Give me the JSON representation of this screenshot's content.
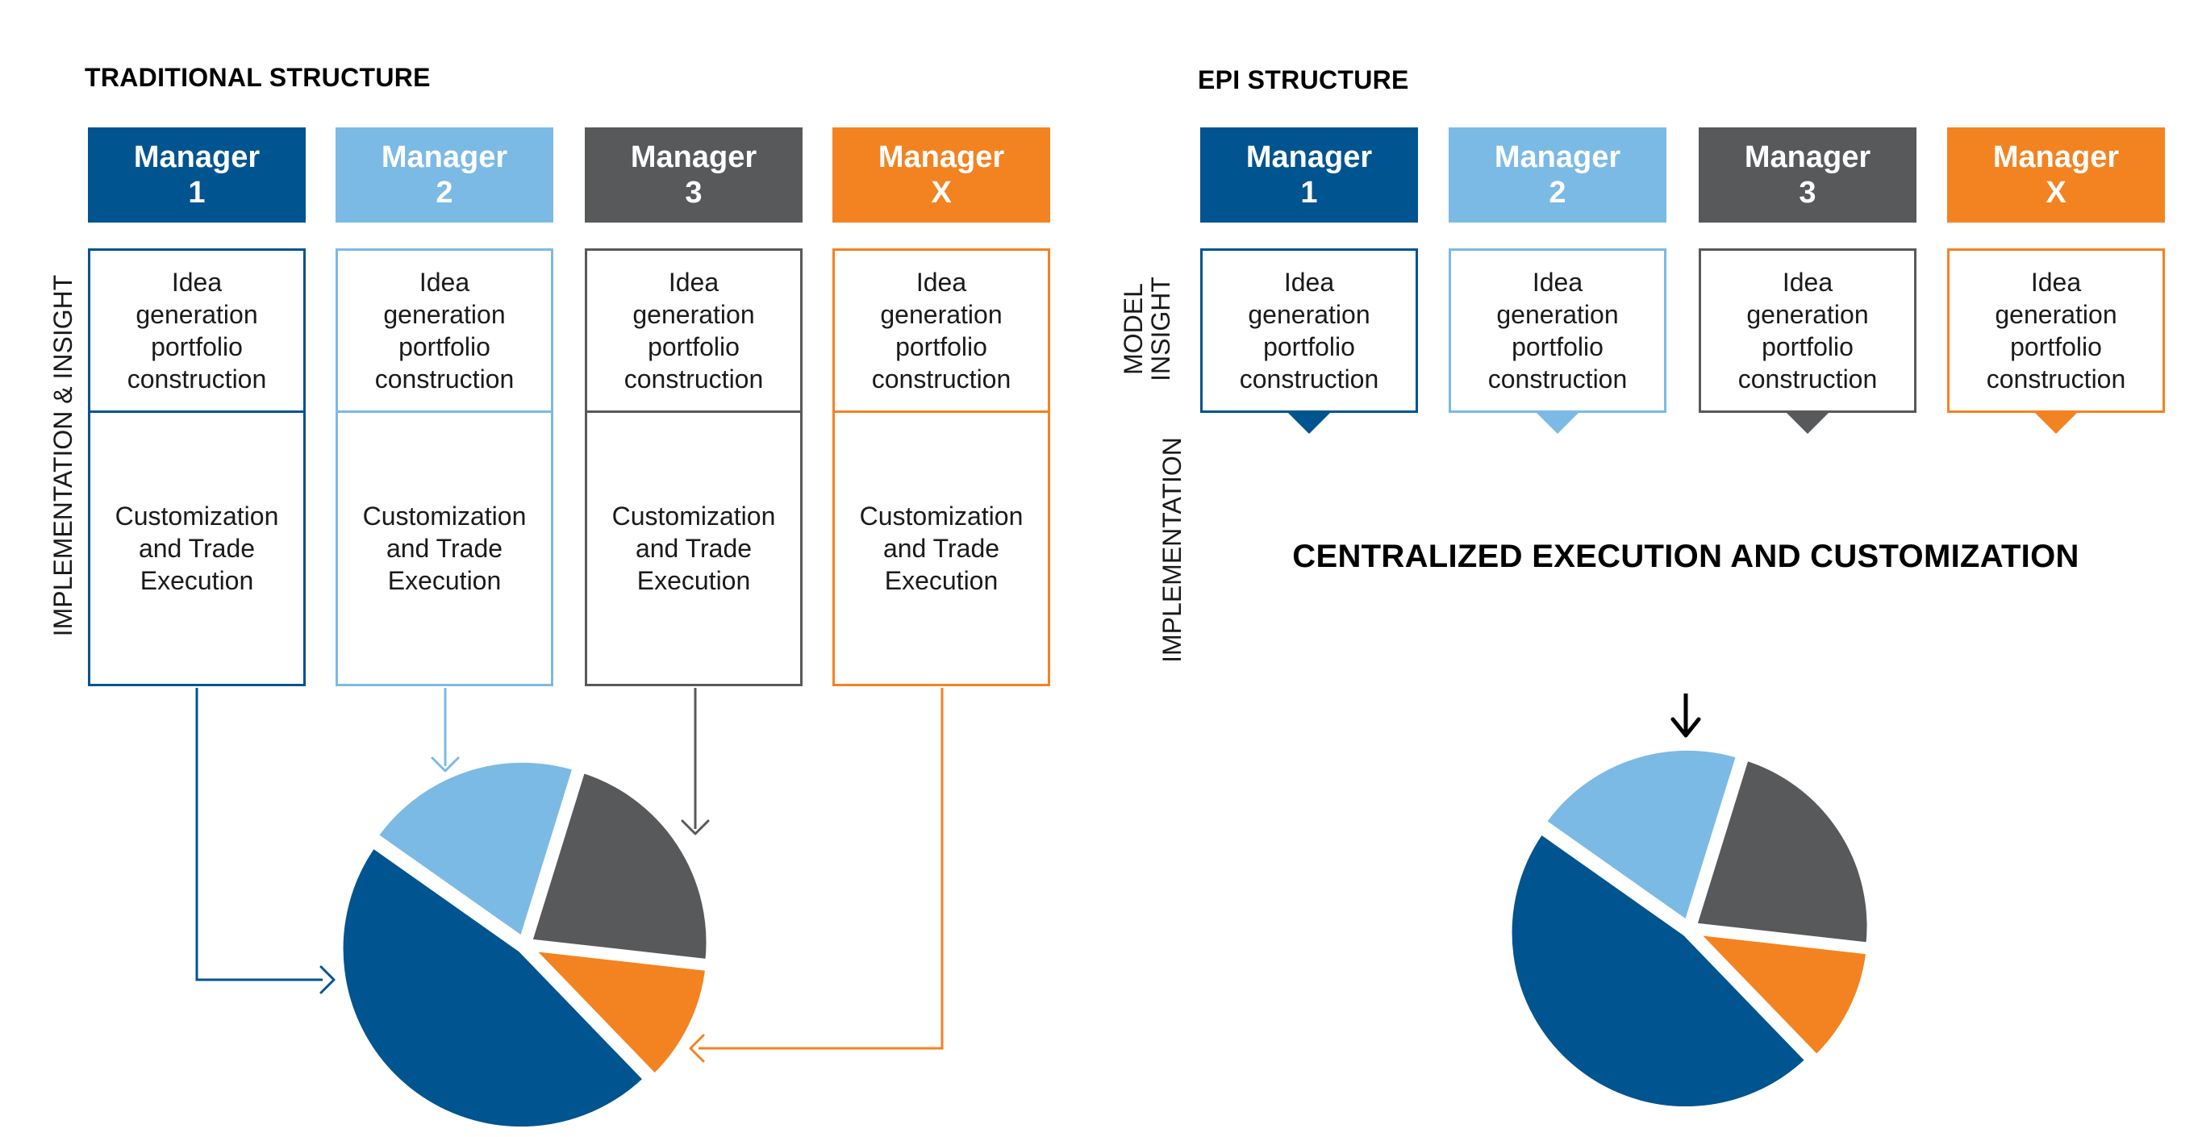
{
  "colors": {
    "dark_blue": "#00548F",
    "light_blue": "#7BBAE5",
    "gray": "#58595B",
    "orange": "#F38321",
    "black": "#000000"
  },
  "traditional": {
    "title": "TRADITIONAL STRUCTURE",
    "side_label": "IMPLEMENTATION & INSIGHT",
    "managers": [
      {
        "line1": "Manager",
        "line2": "1",
        "color": "dark_blue"
      },
      {
        "line1": "Manager",
        "line2": "2",
        "color": "light_blue"
      },
      {
        "line1": "Manager",
        "line2": "3",
        "color": "gray"
      },
      {
        "line1": "Manager",
        "line2": "X",
        "color": "orange"
      }
    ],
    "idea_text": [
      "Idea",
      "generation",
      "portfolio",
      "construction"
    ],
    "exec_text": [
      "Customization",
      "and Trade",
      "Execution"
    ]
  },
  "epi": {
    "title": "EPI STRUCTURE",
    "side_label_model": [
      "MODEL",
      "INSIGHT"
    ],
    "side_label_impl": "IMPLEMENTATION",
    "managers": [
      {
        "line1": "Manager",
        "line2": "1",
        "color": "dark_blue"
      },
      {
        "line1": "Manager",
        "line2": "2",
        "color": "light_blue"
      },
      {
        "line1": "Manager",
        "line2": "3",
        "color": "gray"
      },
      {
        "line1": "Manager",
        "line2": "X",
        "color": "orange"
      }
    ],
    "idea_text": [
      "Idea",
      "generation",
      "portfolio",
      "construction"
    ],
    "centralized_title": "CENTRALIZED EXECUTION AND CUSTOMIZATION"
  },
  "pie": {
    "slices": [
      {
        "name": "Manager 1",
        "color": "dark_blue",
        "share": 0.47
      },
      {
        "name": "Manager 2",
        "color": "light_blue",
        "share": 0.2
      },
      {
        "name": "Manager 3",
        "color": "gray",
        "share": 0.22
      },
      {
        "name": "Manager X",
        "color": "orange",
        "share": 0.11
      }
    ]
  }
}
